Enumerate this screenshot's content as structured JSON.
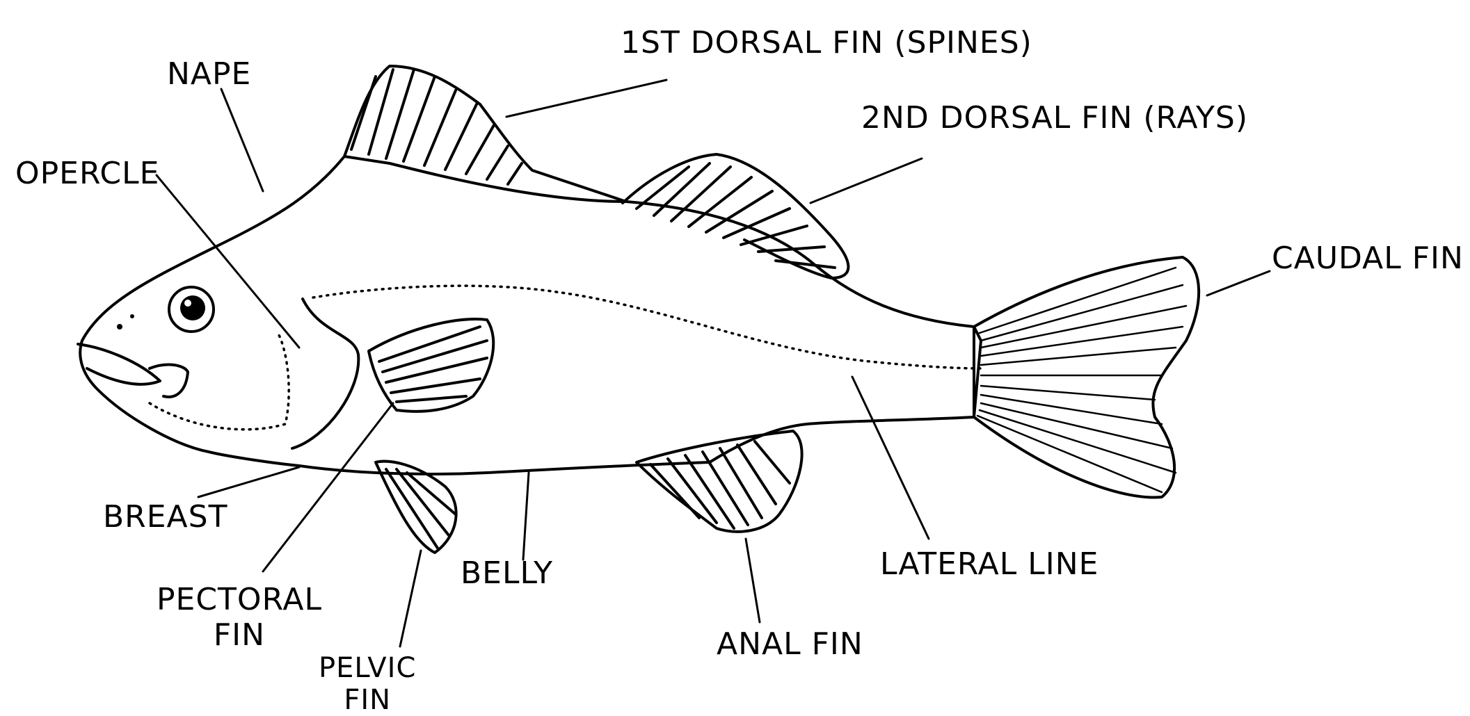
{
  "labels": {
    "first_dorsal_fin": "1ST DORSAL FIN (SPINES)",
    "second_dorsal_fin": "2ND DORSAL FIN (RAYS)",
    "nape": "NAPE",
    "opercle": "OPERCLE",
    "caudal_fin": "CAUDAL FIN",
    "breast": "BREAST",
    "pectoral_fin": "PECTORAL\nFIN",
    "pelvic_fin": "PELVIC\nFIN",
    "belly": "BELLY",
    "anal_fin": "ANAL FIN",
    "lateral_line": "LATERAL LINE"
  },
  "colors": {
    "ink": "#000000",
    "background": "#ffffff"
  }
}
